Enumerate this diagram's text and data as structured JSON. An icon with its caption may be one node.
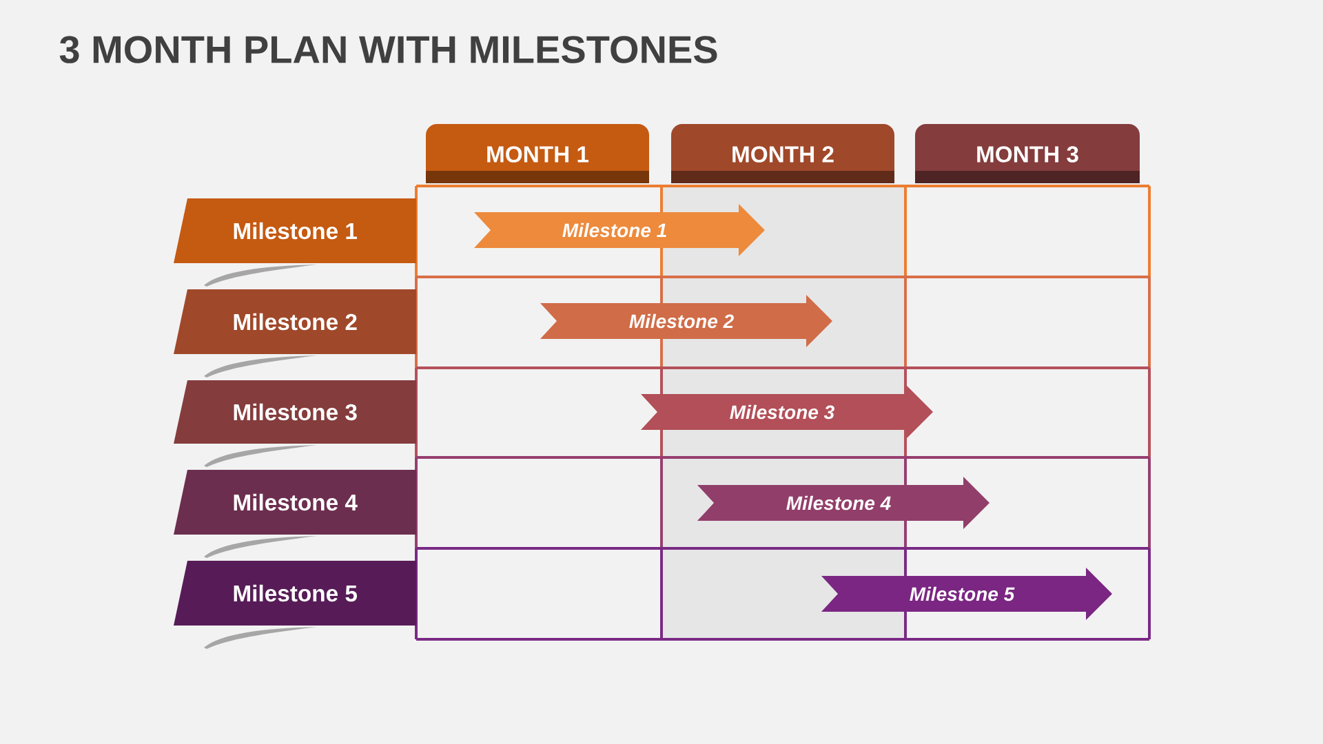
{
  "diagram": {
    "title": "3 MONTH PLAN WITH MILESTONES",
    "nodes": [
      {
        "text": [
          "MONTH 1"
        ]
      },
      {
        "text": [
          "MONTH 2"
        ]
      },
      {
        "text": [
          "MONTH 3"
        ]
      },
      {
        "text": [
          "Milestone 1"
        ]
      },
      {
        "text": [
          "Milestone 2"
        ]
      },
      {
        "text": [
          "Milestone 3"
        ]
      },
      {
        "text": [
          "Milestone 4"
        ]
      },
      {
        "text": [
          "Milestone 5"
        ]
      },
      {
        "text": [
          "Milestone 1"
        ]
      },
      {
        "text": [
          "Milestone 2"
        ]
      },
      {
        "text": [
          "Milestone 3"
        ]
      },
      {
        "text": [
          "Milestone 4"
        ]
      },
      {
        "text": [
          "Milestone 5"
        ]
      }
    ]
  }
}
